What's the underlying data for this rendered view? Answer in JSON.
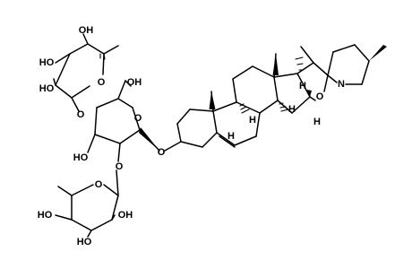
{
  "structure": {
    "labels": {
      "oh_top_sugar_a": "OH",
      "ho_top_sugar": "HO",
      "ho_top_sugar_b": "HO",
      "o_ring_top": "O",
      "o_link_top": "O",
      "oh_glucose": "OH",
      "ho_glucose": "HO",
      "o_ring_glucose": "O",
      "o_aglycone_link": "O",
      "o_link_bottom": "O",
      "o_ring_bottom": "O",
      "ho_bottom_a": "HO",
      "oh_bottom": "OH",
      "ho_bottom_b": "HO",
      "h_c9": "H",
      "h_c8": "H",
      "h_c14": "H",
      "h_c17": "H",
      "h_c16": "H",
      "o_spiro": "O",
      "n_spiro": "N"
    }
  }
}
